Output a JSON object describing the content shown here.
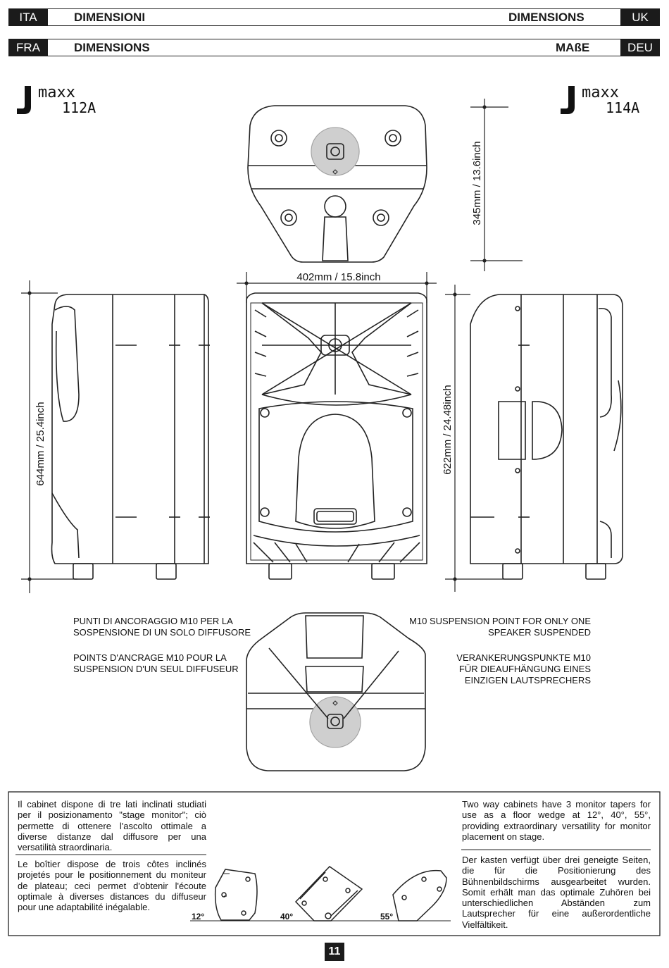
{
  "headers": {
    "row1": {
      "left_tag": "ITA",
      "left_title": "DIMENSIONI",
      "right_title": "DIMENSIONS",
      "right_tag": "UK"
    },
    "row2": {
      "left_tag": "FRA",
      "left_title": "DIMENSIONS",
      "right_title": "MAßE",
      "right_tag": "DEU"
    }
  },
  "logos": {
    "left": {
      "brand": "maxx",
      "model": "112A"
    },
    "right": {
      "brand": "maxx",
      "model": "114A"
    }
  },
  "dimensions": {
    "depth": "345mm / 13.6inch",
    "width": "402mm / 15.8inch",
    "height_112": "644mm / 25.4inch",
    "height_114": "622mm / 24.48inch"
  },
  "notes": {
    "ita_line1": "PUNTI DI ANCORAGGIO M10 PER LA",
    "ita_line2": "SOSPENSIONE DI UN SOLO DIFFUSORE",
    "fra_line1": "POINTS D'ANCRAGE M10 POUR LA",
    "fra_line2": "SUSPENSION D'UN SEUL DIFFUSEUR",
    "uk_line1": "M10 SUSPENSION POINT FOR ONLY ONE",
    "uk_line2": "SPEAKER SUSPENDED",
    "deu_line1": "VERANKERUNGSPUNKTE M10",
    "deu_line2": "FÜR DIEAUFHÄNGUNG EINES",
    "deu_line3": "EINZIGEN LAUTSPRECHERS"
  },
  "paragraphs": {
    "ita": "Il cabinet dispone di tre lati inclinati studiati per il posizionamento \"stage monitor\"; ciò permette di ottenere l'ascolto ottimale a diverse distanze dal diffusore per una versatilità straordinaria.",
    "fra": "Le boîtier dispose de trois côtes inclinés projetés pour le positionnement du moniteur de plateau; ceci permet d'obtenir l'écoute optimale à diverses distances du diffuseur pour une adaptabilité inégalable.",
    "uk": "Two way cabinets have 3 monitor tapers for use as a floor wedge at 12°, 40°, 55°, providing extraordinary versatility for monitor placement on stage.",
    "deu": "Der kasten verfügt über drei geneigte Seiten, die für die Positionierung des Bühnenbildschirms ausgearbeitet wurden. Somit erhält man das optimale Zuhören bei unterschiedlichen Abständen zum Lautsprecher für eine außerordentliche Vielfältikeit."
  },
  "angles": {
    "a1": "12°",
    "a2": "40°",
    "a3": "55°"
  },
  "page_number": "11"
}
